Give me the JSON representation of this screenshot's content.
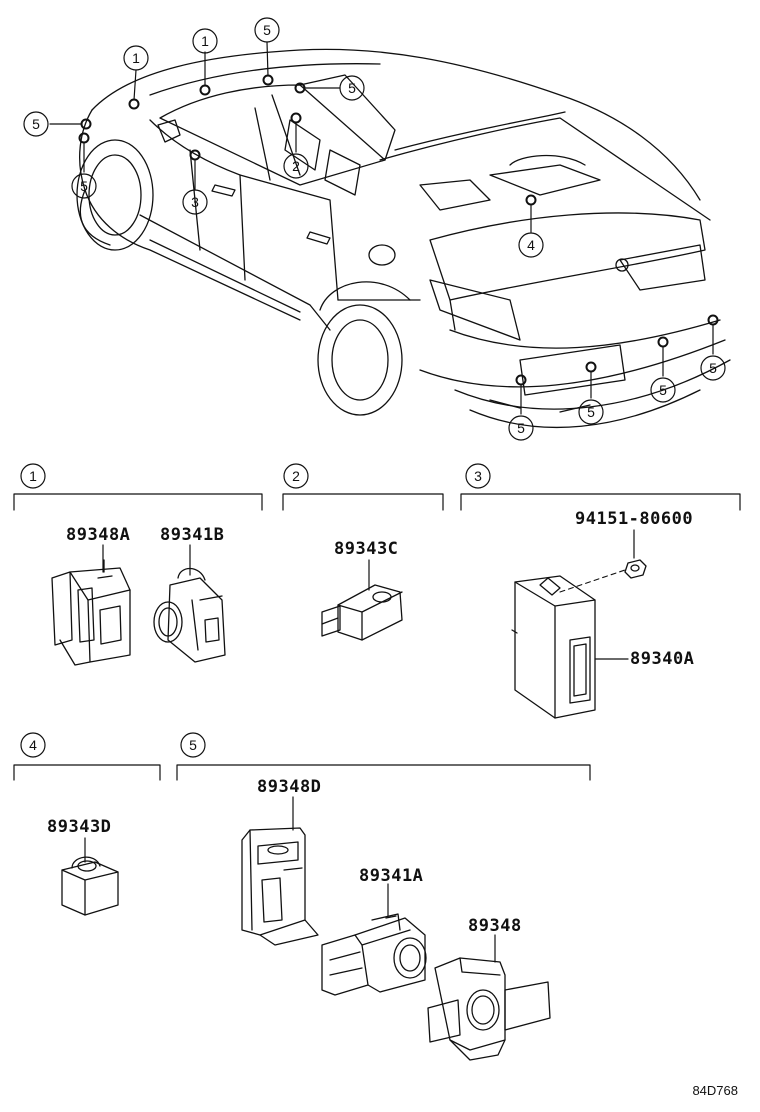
{
  "callouts": {
    "c1": "1",
    "c2": "2",
    "c3": "3",
    "c4": "4",
    "c5": "5"
  },
  "parts": {
    "p89348A": "89348A",
    "p89341B": "89341B",
    "p89343C": "89343C",
    "p9415180600": "94151-80600",
    "p89340A": "89340A",
    "p89343D": "89343D",
    "p89348D": "89348D",
    "p89341A": "89341A",
    "p89348": "89348"
  },
  "diagram_code": "84D768"
}
